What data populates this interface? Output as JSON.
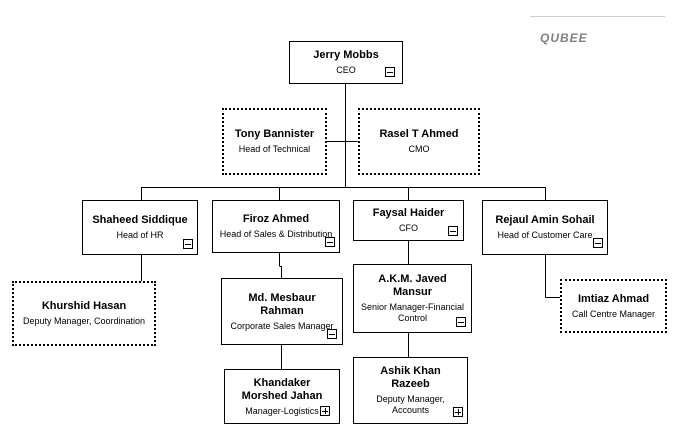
{
  "brand": "QUBEE",
  "nodes": {
    "ceo": {
      "name": "Jerry Mobbs",
      "title": "CEO"
    },
    "technical": {
      "name": "Tony Bannister",
      "title": "Head of Technical"
    },
    "cmo": {
      "name": "Rasel T Ahmed",
      "title": "CMO"
    },
    "hr": {
      "name": "Shaheed Siddique",
      "title": "Head of HR"
    },
    "sales": {
      "name": "Firoz Ahmed",
      "title": "Head of Sales & Distribution"
    },
    "cfo": {
      "name": "Faysal Haider",
      "title": "CFO"
    },
    "customer_care": {
      "name": "Rejaul Amin Sohail",
      "title": "Head of Customer Care"
    },
    "hr_deputy": {
      "name": "Khurshid Hasan",
      "title": "Deputy Manager, Coordination"
    },
    "corp_sales": {
      "name": "Md. Mesbaur Rahman",
      "title": "Corporate Sales Manager"
    },
    "logistics": {
      "name": "Khandaker Morshed Jahan",
      "title": "Manager-Logistics"
    },
    "fin_control": {
      "name": "A.K.M. Javed Mansur",
      "title": "Senior Manager-Financial Control"
    },
    "accounts": {
      "name": "Ashik Khan Razeeb",
      "title": "Deputy Manager, Accounts"
    },
    "call_centre": {
      "name": "Imtiaz Ahmad",
      "title": "Call Centre Manager"
    }
  },
  "toggle_icons": {
    "collapse": "minus-box-icon",
    "expand": "plus-box-icon"
  }
}
